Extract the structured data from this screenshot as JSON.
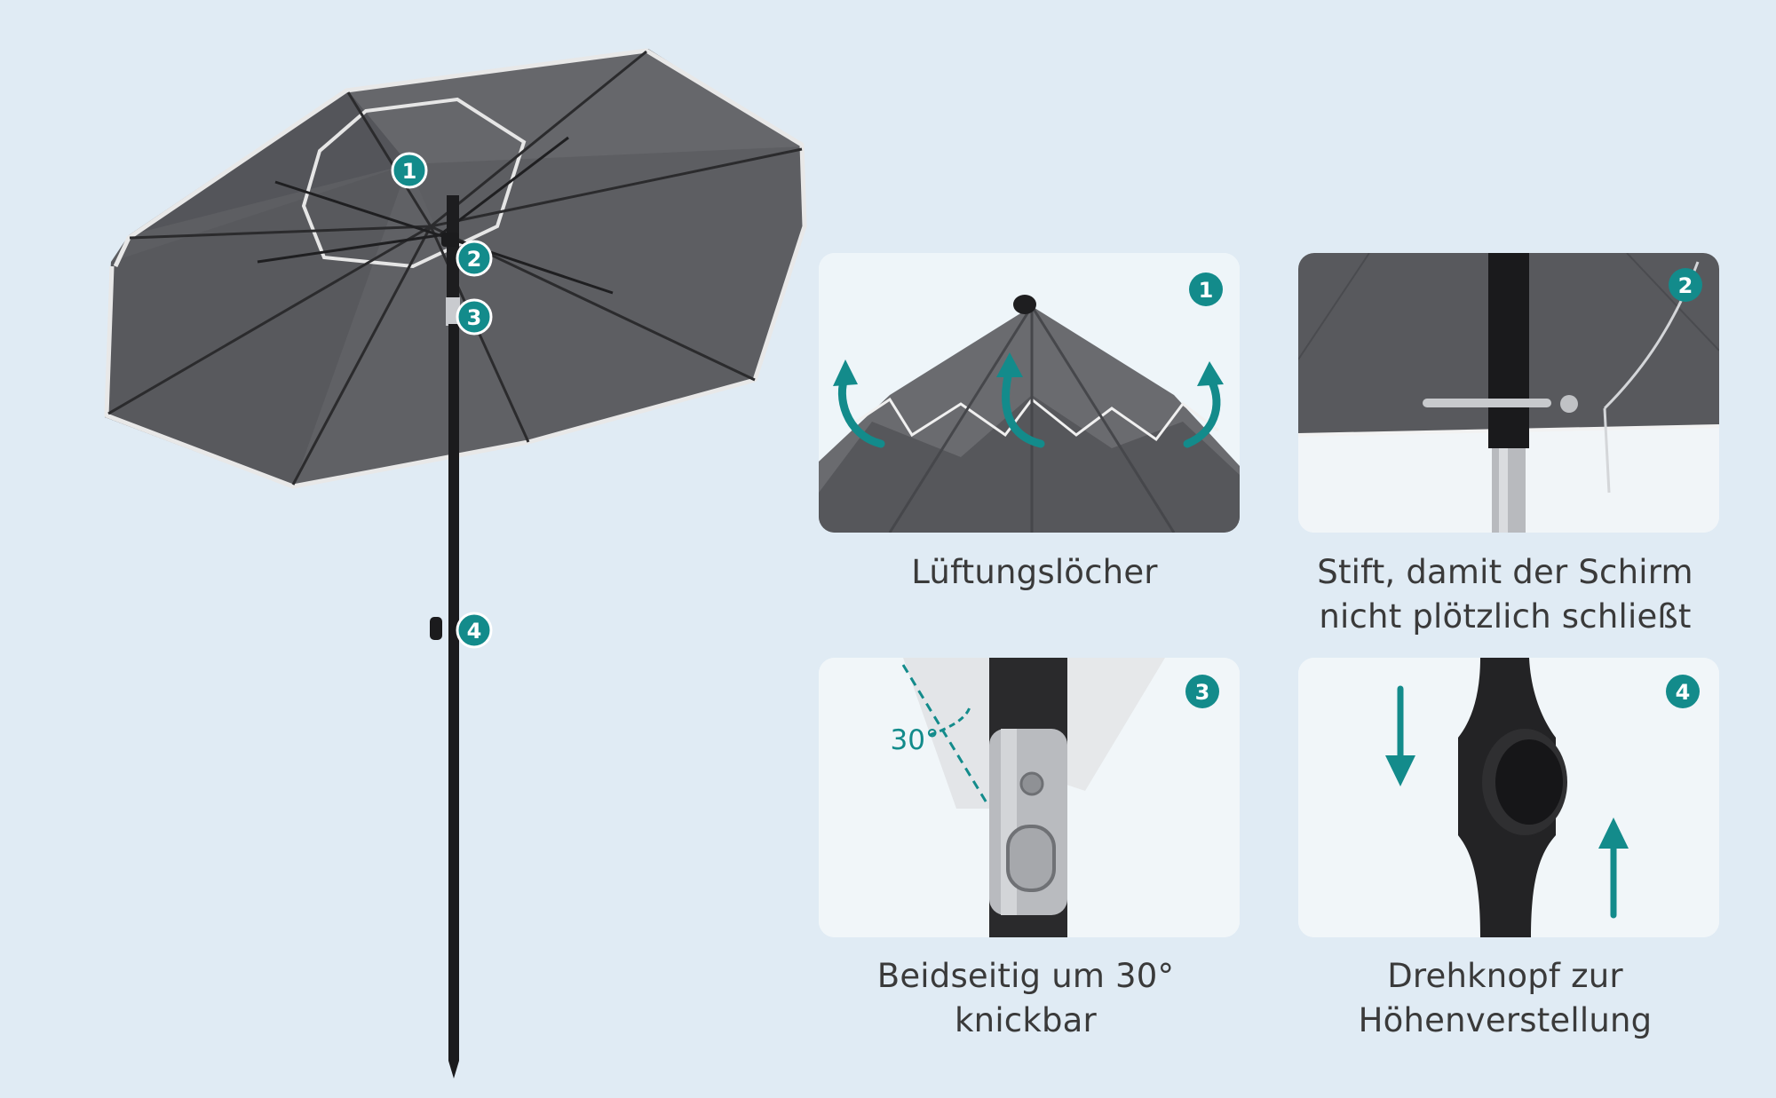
{
  "colors": {
    "background": "#e0ebf4",
    "panel": "#f4f9fc",
    "accent": "#138b8b",
    "canopy": "#5d5e62",
    "caption_text": "#3a3a3a"
  },
  "hero": {
    "markers": [
      "1",
      "2",
      "3",
      "4"
    ]
  },
  "panels": [
    {
      "number": "1",
      "caption_lines": [
        "Lüftungslöcher"
      ]
    },
    {
      "number": "2",
      "caption_lines": [
        "Stift, damit der Schirm",
        "nicht plötzlich schließt"
      ]
    },
    {
      "number": "3",
      "angle_label": "30°",
      "caption_lines": [
        "Beidseitig um 30°",
        "knickbar"
      ]
    },
    {
      "number": "4",
      "caption_lines": [
        "Drehknopf zur",
        "Höhenverstellung"
      ]
    }
  ]
}
